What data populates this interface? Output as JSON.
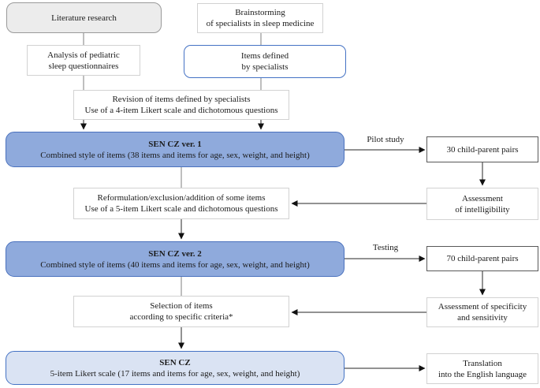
{
  "colors": {
    "blue_fill": "#8faadc",
    "blue_border": "#4a71bd",
    "light_blue_fill": "#dae3f3",
    "light_blue_border": "#4472c4",
    "gray_fill": "#ececec",
    "gray_border": "#9a9a9a",
    "thin_box_border": "#d2d2d2",
    "dark_box_border": "#595959",
    "line_gray": "#7f7f7f",
    "line_dark": "#262626"
  },
  "edge_labels": {
    "pilot_study": "Pilot study",
    "testing": "Testing"
  },
  "nodes": {
    "literature": {
      "line1": "Literature research"
    },
    "brainstorming": {
      "line1": "Brainstorming",
      "line2": "of specialists in sleep medicine"
    },
    "analysis": {
      "line1": "Analysis of pediatric",
      "line2": "sleep questionnaires"
    },
    "items_defined": {
      "line1": "Items defined",
      "line2": "by specialists"
    },
    "revision": {
      "line1": "Revision of items defined by specialists",
      "line2": "Use of a 4-item Likert scale and dichotomous questions"
    },
    "sen_v1": {
      "title": "SEN CZ ver. 1",
      "line1": "Combined style of items (38 items and items for age, sex, weight, and height)"
    },
    "pairs30": {
      "line1": "30 child-parent pairs"
    },
    "assess_intelligibility": {
      "line1": "Assessment",
      "line2": "of intelligibility"
    },
    "reformulation": {
      "line1": "Reformulation/exclusion/addition of some items",
      "line2": "Use of a 5-item Likert scale and dichotomous questions"
    },
    "sen_v2": {
      "title": "SEN CZ ver. 2",
      "line1": "Combined style of items (40 items and items for age, sex, weight, and height)"
    },
    "pairs70": {
      "line1": "70 child-parent pairs"
    },
    "assess_specificity": {
      "line1": "Assessment of specificity",
      "line2": "and sensitivity"
    },
    "selection": {
      "line1": "Selection of items",
      "line2": "according to specific criteria*"
    },
    "sen_final": {
      "title": "SEN CZ",
      "line1": "5-item Likert scale (17 items and items for age, sex, weight, and height)"
    },
    "translation": {
      "line1": "Translation",
      "line2": "into the English language"
    }
  }
}
